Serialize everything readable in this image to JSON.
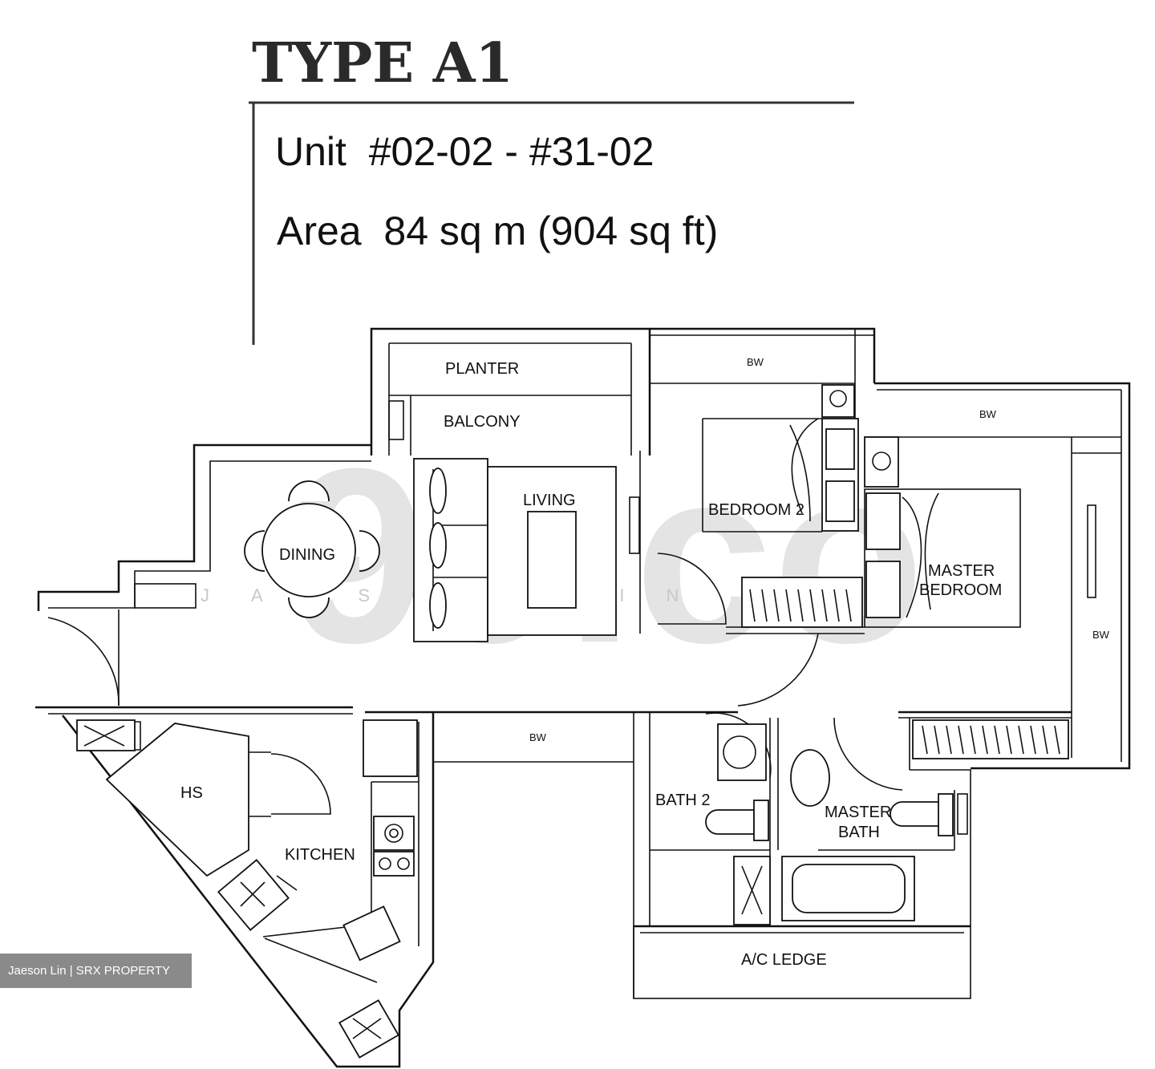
{
  "title": "TYPE A1",
  "unit_line": "Unit  #02-02 - #31-02",
  "area_line": "Area  84 sq m (904 sq ft)",
  "rooms": {
    "planter": "PLANTER",
    "balcony": "BALCONY",
    "living": "LIVING",
    "dining": "DINING",
    "bedroom2": "BEDROOM 2",
    "master_bedroom_1": "MASTER",
    "master_bedroom_2": "BEDROOM",
    "hs": "HS",
    "kitchen": "KITCHEN",
    "bath2": "BATH 2",
    "master_bath_1": "MASTER",
    "master_bath_2": "BATH",
    "ac_ledge": "A/C LEDGE"
  },
  "bw_labels": [
    "BW",
    "BW",
    "BW",
    "BW"
  ],
  "watermark": "99.co",
  "watermark_sub": "JAESON LIN",
  "credit": "Jaeson Lin | SRX PROPERTY"
}
